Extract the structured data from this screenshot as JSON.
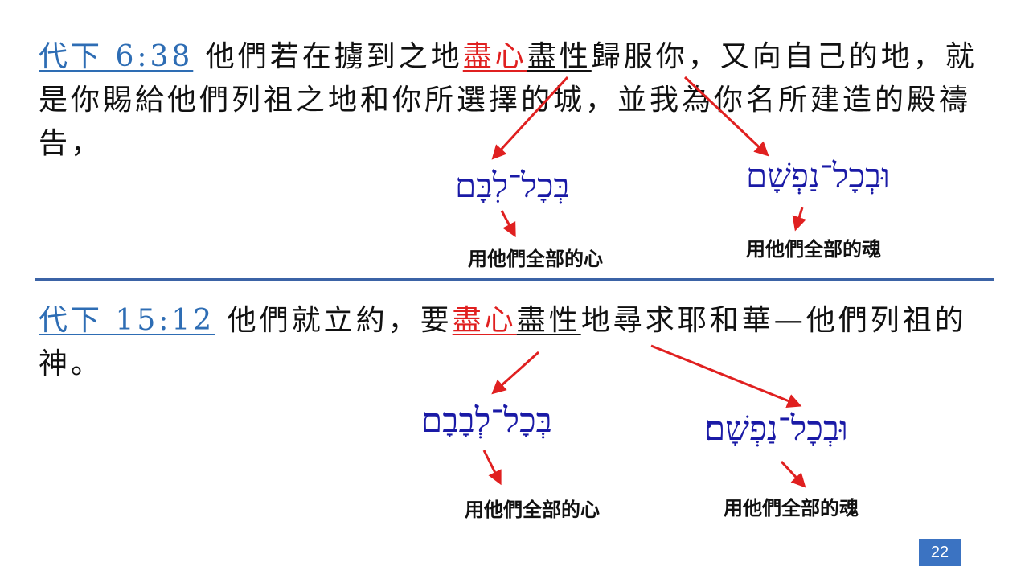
{
  "verse1": {
    "ref": "代下 6:38",
    "pre": " 他們若在擄到之地",
    "hl_red": "盡心",
    "hl_black": "盡性",
    "post": "歸服你，又向自己的地，就是你賜給他們列祖之地和你所選擇的城，並我為你名所建造的殿禱告，",
    "hebrew_left": "בְּכָל־לִבָּם",
    "hebrew_right": "וּבְכָל־נַפְשָׁם",
    "gloss_left": "用他們全部的心",
    "gloss_right": "用他們全部的魂"
  },
  "verse2": {
    "ref": "代下 15:12",
    "pre": " 他們就立約，要",
    "hl_red": "盡心",
    "hl_black": "盡性",
    "post": "地尋求耶和華—他們列祖的神。",
    "hebrew_left": "בְּכָל־לְבָבָם",
    "hebrew_right": "וּבְכָל־נַפְשָׁם׃",
    "gloss_left": "用他們全部的心",
    "gloss_right": "用他們全部的魂"
  },
  "page_number": "22",
  "colors": {
    "reference": "#2e6db4",
    "highlight": "#e02020",
    "hebrew": "#1a1aa6",
    "divider": "#3b63a6",
    "arrow": "#e02020",
    "page_badge": "#3b73c2"
  }
}
